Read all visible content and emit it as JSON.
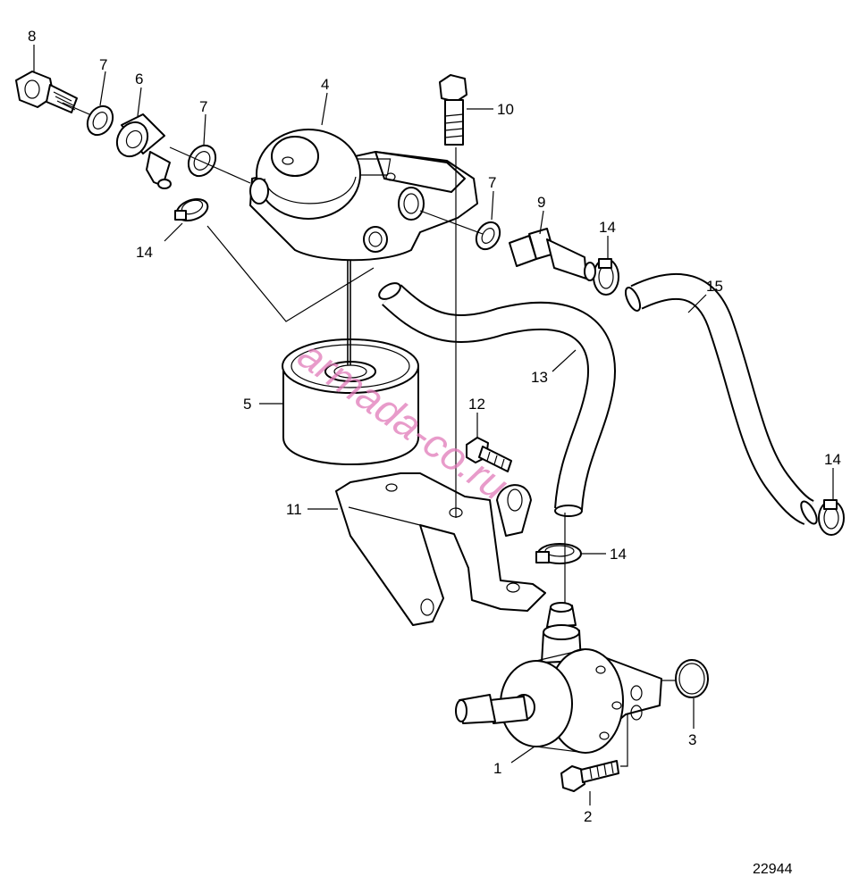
{
  "diagram": {
    "figure_number": "22944",
    "watermark": "armada-co.ru",
    "watermark_color": "#e07ab8",
    "callouts": [
      {
        "id": "c1",
        "label": "1"
      },
      {
        "id": "c2",
        "label": "2"
      },
      {
        "id": "c3",
        "label": "3"
      },
      {
        "id": "c4",
        "label": "4"
      },
      {
        "id": "c5",
        "label": "5"
      },
      {
        "id": "c6",
        "label": "6"
      },
      {
        "id": "c7a",
        "label": "7"
      },
      {
        "id": "c7b",
        "label": "7"
      },
      {
        "id": "c7c",
        "label": "7"
      },
      {
        "id": "c8",
        "label": "8"
      },
      {
        "id": "c9",
        "label": "9"
      },
      {
        "id": "c10",
        "label": "10"
      },
      {
        "id": "c11",
        "label": "11"
      },
      {
        "id": "c12",
        "label": "12"
      },
      {
        "id": "c13",
        "label": "13"
      },
      {
        "id": "c14a",
        "label": "14"
      },
      {
        "id": "c14b",
        "label": "14"
      },
      {
        "id": "c14c",
        "label": "14"
      },
      {
        "id": "c14d",
        "label": "14"
      },
      {
        "id": "c15",
        "label": "15"
      }
    ]
  }
}
